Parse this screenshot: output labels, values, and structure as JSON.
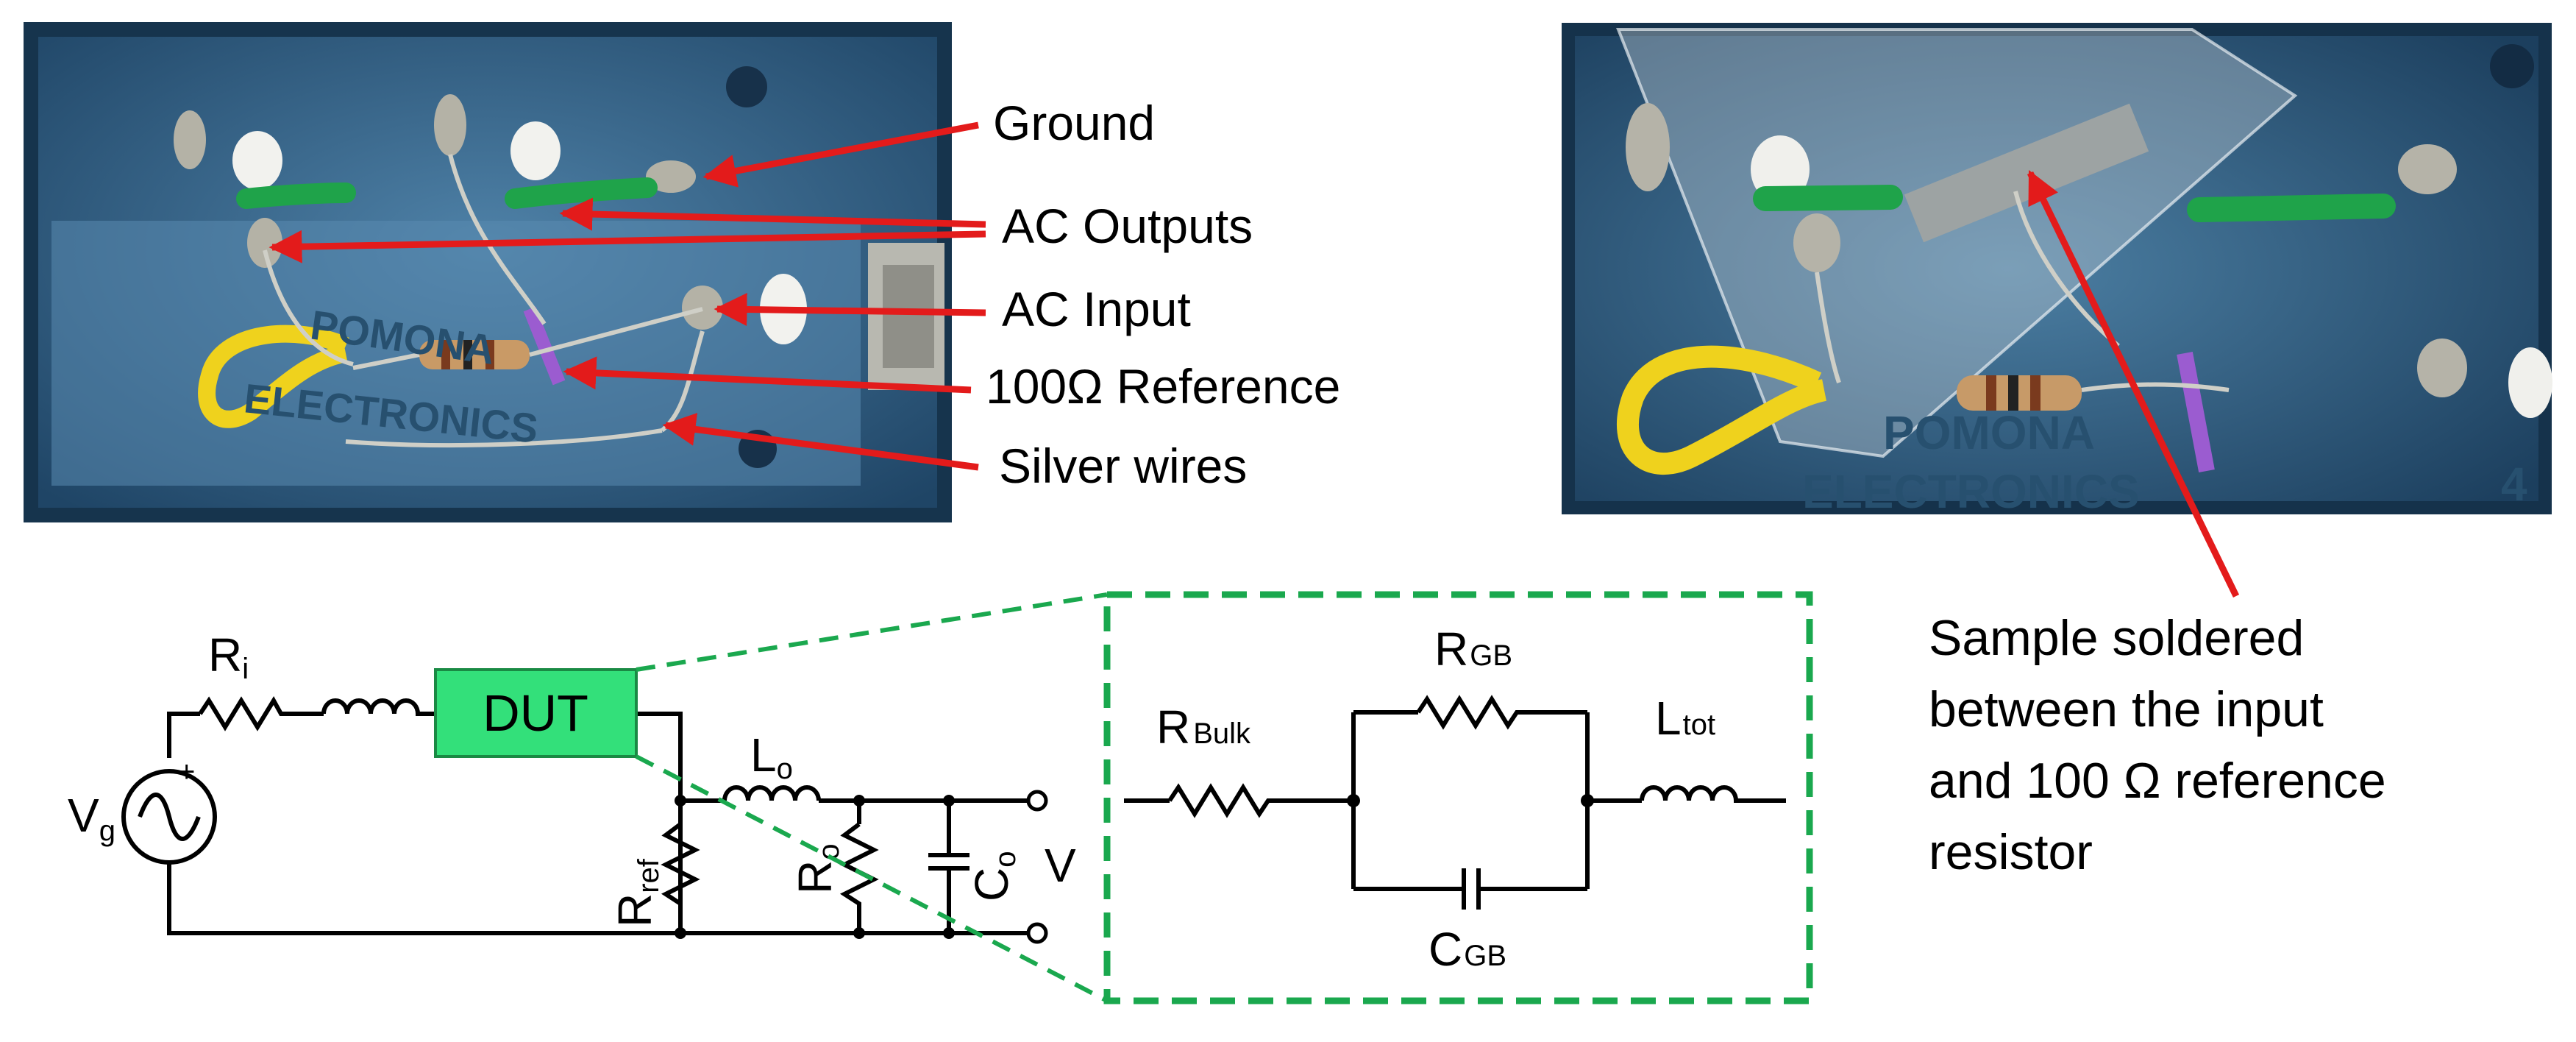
{
  "photo_labels": {
    "ground": "Ground",
    "ac_outputs": "AC Outputs",
    "ac_input": "AC Input",
    "reference": "100Ω Reference",
    "silver_wires": "Silver wires"
  },
  "photo_left": {
    "brand_line1": "POMONA",
    "brand_line2": "ELECTRONICS"
  },
  "photo_right": {
    "brand_line1": "POMONA",
    "brand_line2": "ELECTRONICS",
    "brand_number": "4"
  },
  "sample_note": {
    "lines": [
      "Sample soldered",
      "between the input",
      "and 100 Ω reference",
      "resistor"
    ]
  },
  "circuit": {
    "ri": {
      "main": "R",
      "sub": "i"
    },
    "vg": {
      "main": "V",
      "sub": "g"
    },
    "plus": "+",
    "dut": "DUT",
    "lo": {
      "main": "L",
      "sub": "o"
    },
    "rref": {
      "main": "R",
      "sub": "ref"
    },
    "ro": {
      "main": "R",
      "sub": "o"
    },
    "co": {
      "main": "C",
      "sub": "o"
    },
    "v": "V"
  },
  "inset": {
    "rbulk": {
      "main": "R",
      "sub": "Bulk"
    },
    "rgb": {
      "main": "R",
      "sub": "GB"
    },
    "cgb": {
      "main": "C",
      "sub": "GB"
    },
    "ltot": {
      "main": "L",
      "sub": "tot"
    }
  },
  "colors": {
    "arrow": "#e31b1b",
    "dut_fill": "#33e07a",
    "inset_dash": "#1aa84e",
    "box_blue": "#2f5f86"
  }
}
